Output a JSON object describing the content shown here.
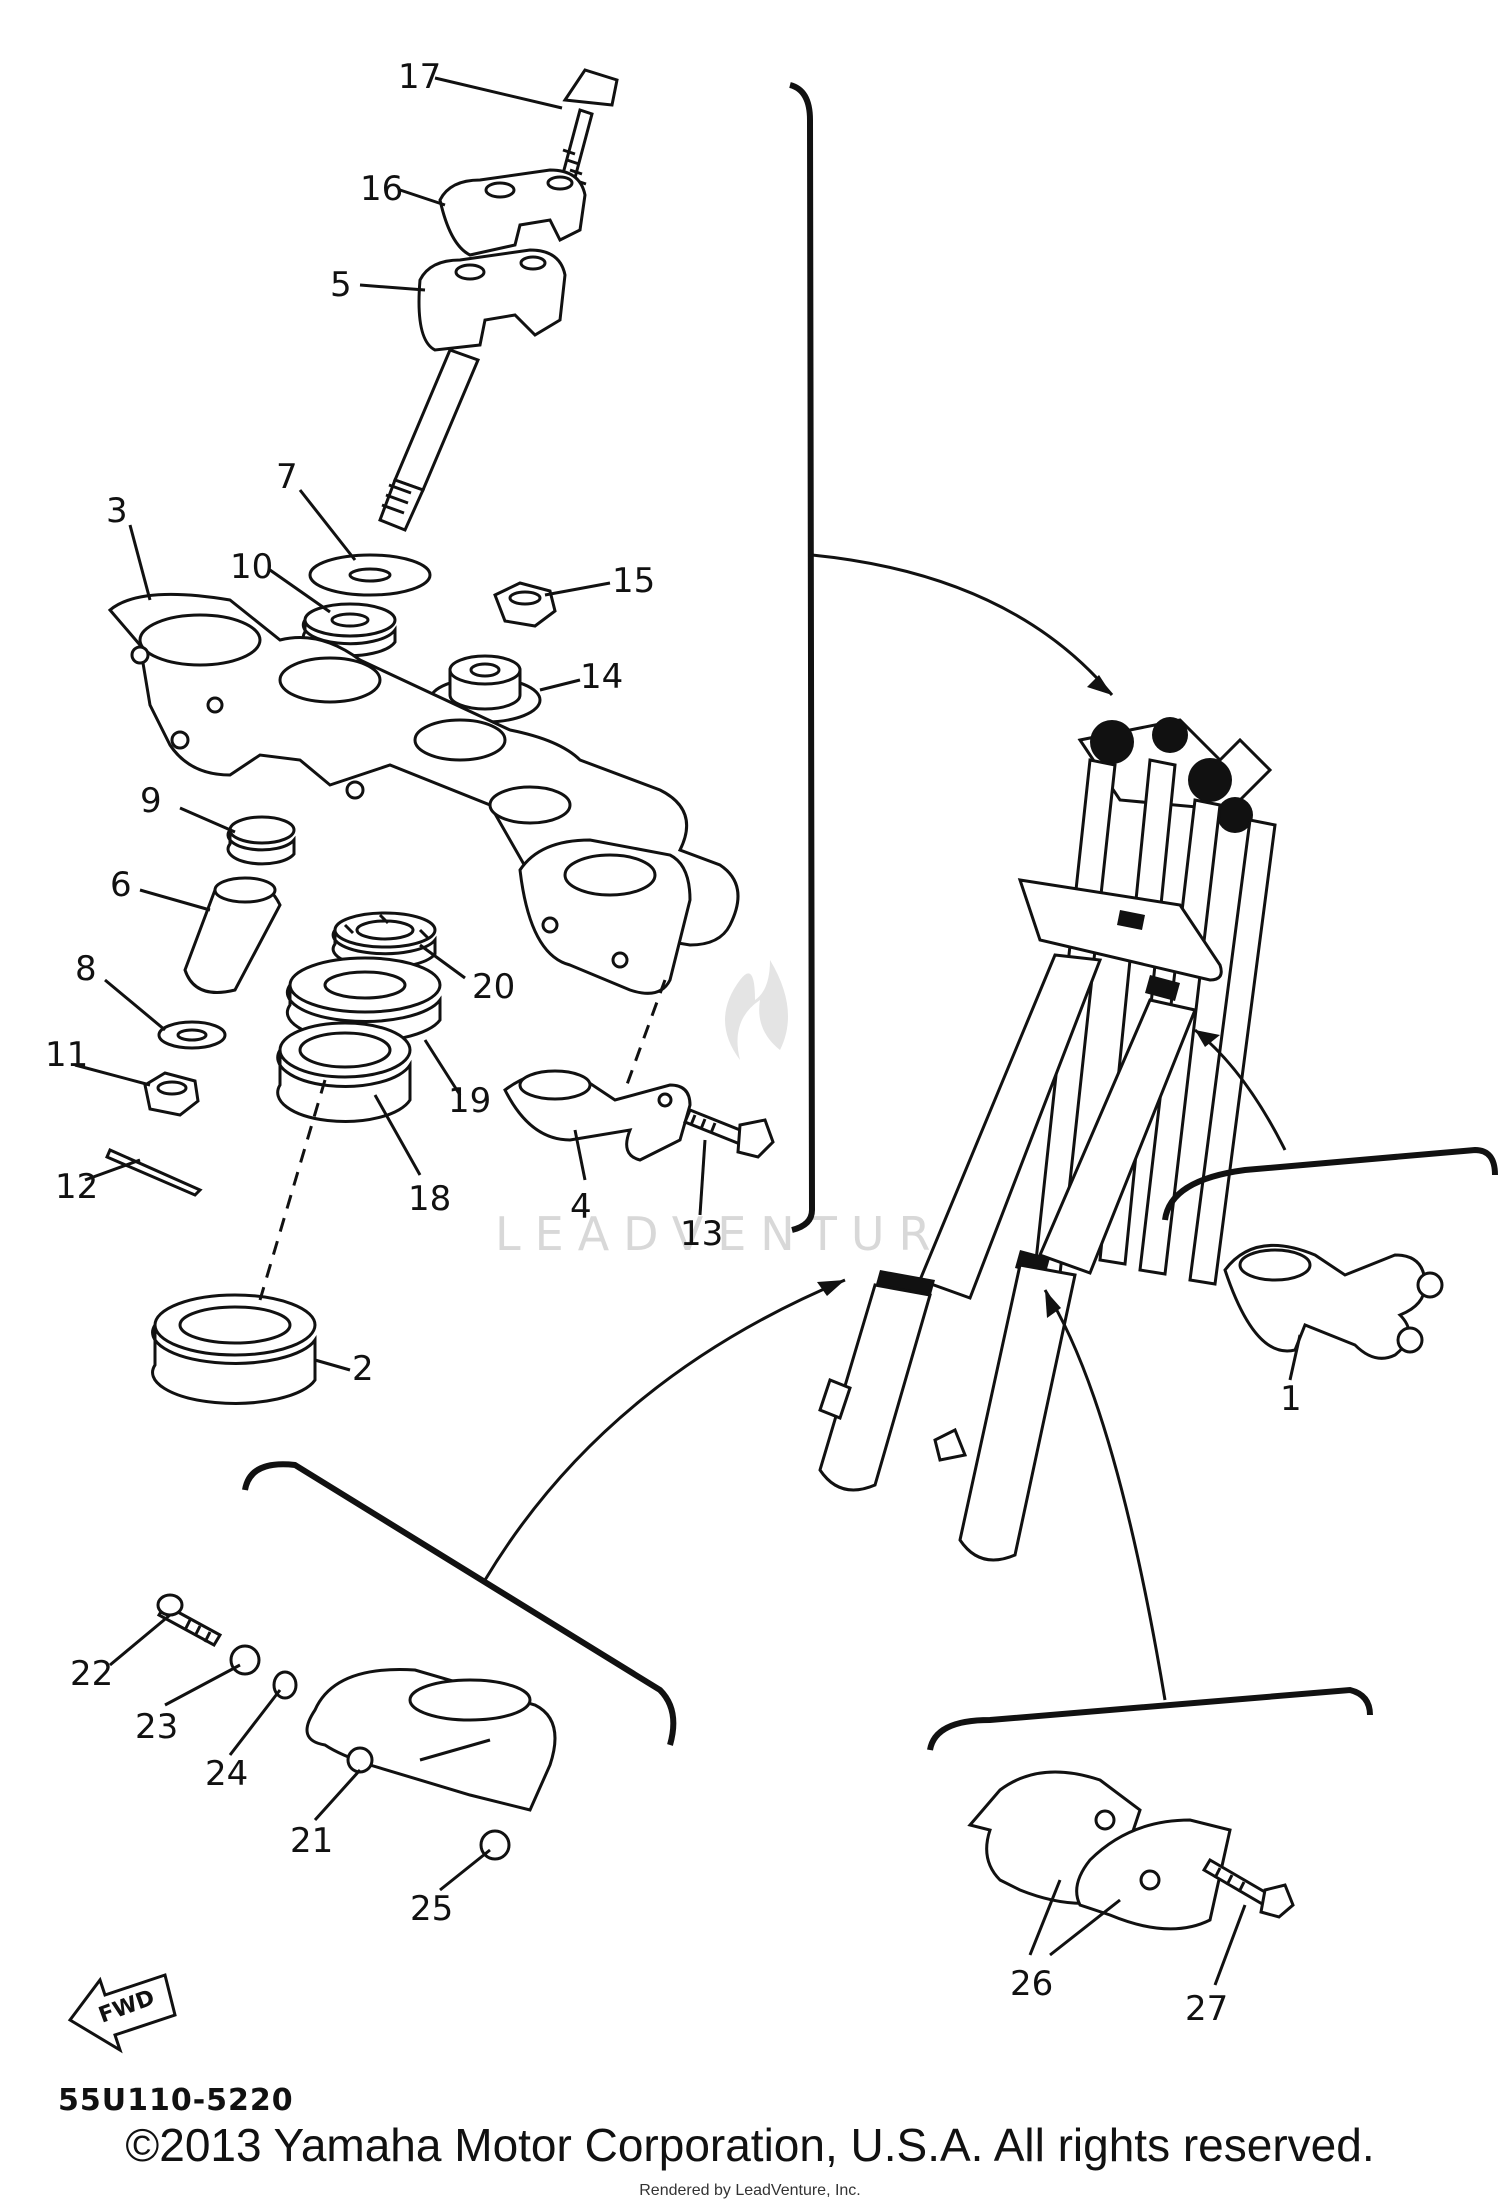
{
  "diagram": {
    "callouts": [
      {
        "id": "label-17",
        "text": "17"
      },
      {
        "id": "label-16",
        "text": "16"
      },
      {
        "id": "label-5",
        "text": "5"
      },
      {
        "id": "label-7",
        "text": "7"
      },
      {
        "id": "label-3",
        "text": "3"
      },
      {
        "id": "label-10",
        "text": "10"
      },
      {
        "id": "label-15",
        "text": "15"
      },
      {
        "id": "label-14",
        "text": "14"
      },
      {
        "id": "label-9",
        "text": "9"
      },
      {
        "id": "label-6",
        "text": "6"
      },
      {
        "id": "label-20",
        "text": "20"
      },
      {
        "id": "label-8",
        "text": "8"
      },
      {
        "id": "label-11",
        "text": "11"
      },
      {
        "id": "label-19",
        "text": "19"
      },
      {
        "id": "label-4",
        "text": "4"
      },
      {
        "id": "label-13",
        "text": "13"
      },
      {
        "id": "label-12",
        "text": "12"
      },
      {
        "id": "label-18",
        "text": "18"
      },
      {
        "id": "label-2",
        "text": "2"
      },
      {
        "id": "label-1",
        "text": "1"
      },
      {
        "id": "label-22",
        "text": "22"
      },
      {
        "id": "label-23",
        "text": "23"
      },
      {
        "id": "label-24",
        "text": "24"
      },
      {
        "id": "label-21",
        "text": "21"
      },
      {
        "id": "label-25",
        "text": "25"
      },
      {
        "id": "label-26",
        "text": "26"
      },
      {
        "id": "label-27",
        "text": "27"
      }
    ],
    "fwd_label": "FWD",
    "diagram_code": "55U110-5220",
    "watermark": "LEADVENTURE"
  },
  "footer": {
    "copyright": "©2013 Yamaha Motor Corporation, U.S.A. All rights reserved.",
    "rendered_by": "Rendered by LeadVenture, Inc."
  }
}
